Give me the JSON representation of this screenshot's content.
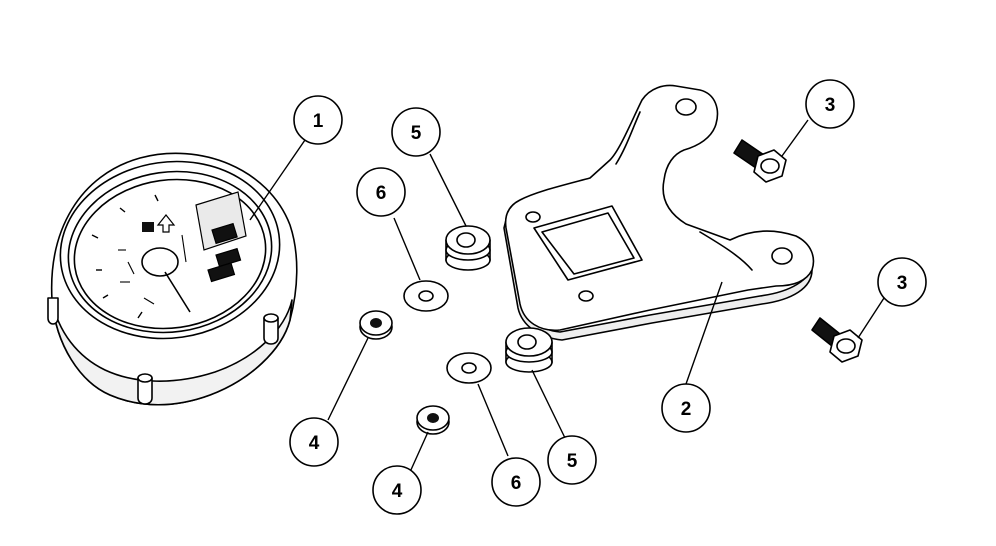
{
  "callouts": {
    "speedometer": "1",
    "mounting_bracket": "2",
    "bolt_upper": "3",
    "bolt_lower": "3",
    "nut_left": "4",
    "nut_lower": "4",
    "grommet_upper": "5",
    "grommet_lower": "5",
    "washer_upper": "6",
    "washer_lower": "6"
  },
  "colors": {
    "line": "#000000",
    "fill": "#ffffff",
    "fill_shade": "#e8e8e8",
    "part_dark": "#111111"
  }
}
